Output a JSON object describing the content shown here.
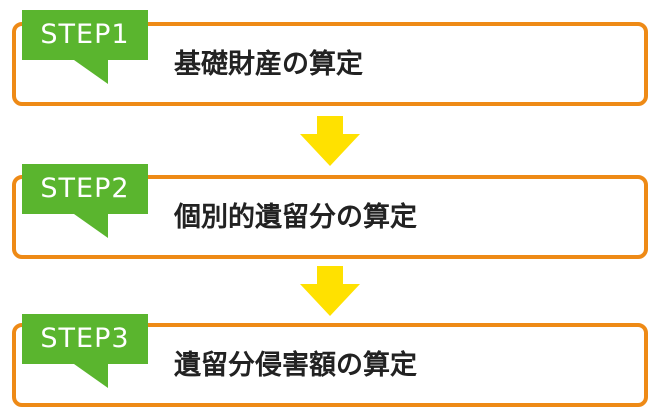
{
  "colors": {
    "border": "#ee8a16",
    "tag": "#5ab52e",
    "arrow": "#ffe100",
    "text": "#222222"
  },
  "steps": [
    {
      "tag": "STEP1",
      "title": "基礎財産の算定"
    },
    {
      "tag": "STEP2",
      "title": "個別的遺留分の算定"
    },
    {
      "tag": "STEP3",
      "title": "遺留分侵害額の算定"
    }
  ],
  "arrow_icon": "down-arrow-icon"
}
